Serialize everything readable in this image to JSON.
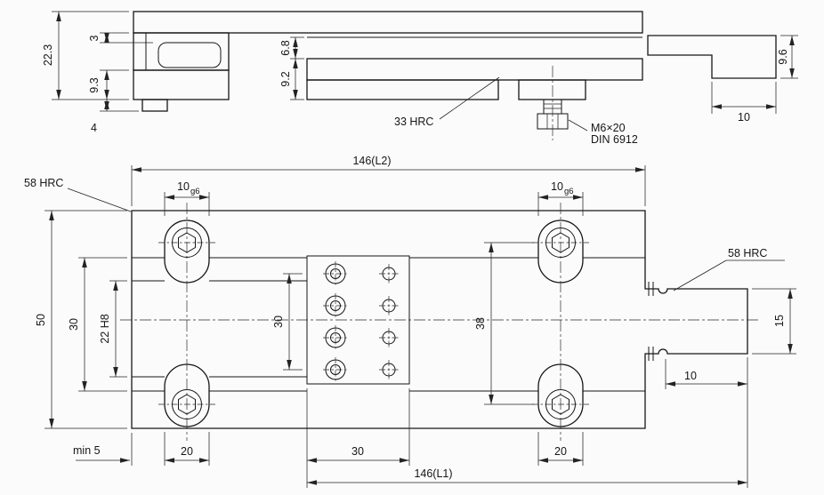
{
  "section_view": {
    "d22_3": "22.3",
    "d3": "3",
    "d9_3": "9.3",
    "d4": "4",
    "d6_8": "6.8",
    "d9_2": "9.2",
    "d9_6": "9.6",
    "d10": "10",
    "hardness": "33 HRC",
    "screw_spec": "M6×20",
    "screw_standard": "DIN 6912"
  },
  "plan_view": {
    "l2": "146(L2)",
    "l1": "146(L1)",
    "slot_dia": "10",
    "slot_fit": "g6",
    "d50": "50",
    "d30_left": "30",
    "d22h8": "22 H8",
    "d30_pattern": "30",
    "d38": "38",
    "d15": "15",
    "d10_tab": "10",
    "min5": "min 5",
    "d20_left": "20",
    "d30_bottom": "30",
    "d20_right": "20",
    "hardness_left": "58 HRC",
    "hardness_right": "58 HRC"
  }
}
